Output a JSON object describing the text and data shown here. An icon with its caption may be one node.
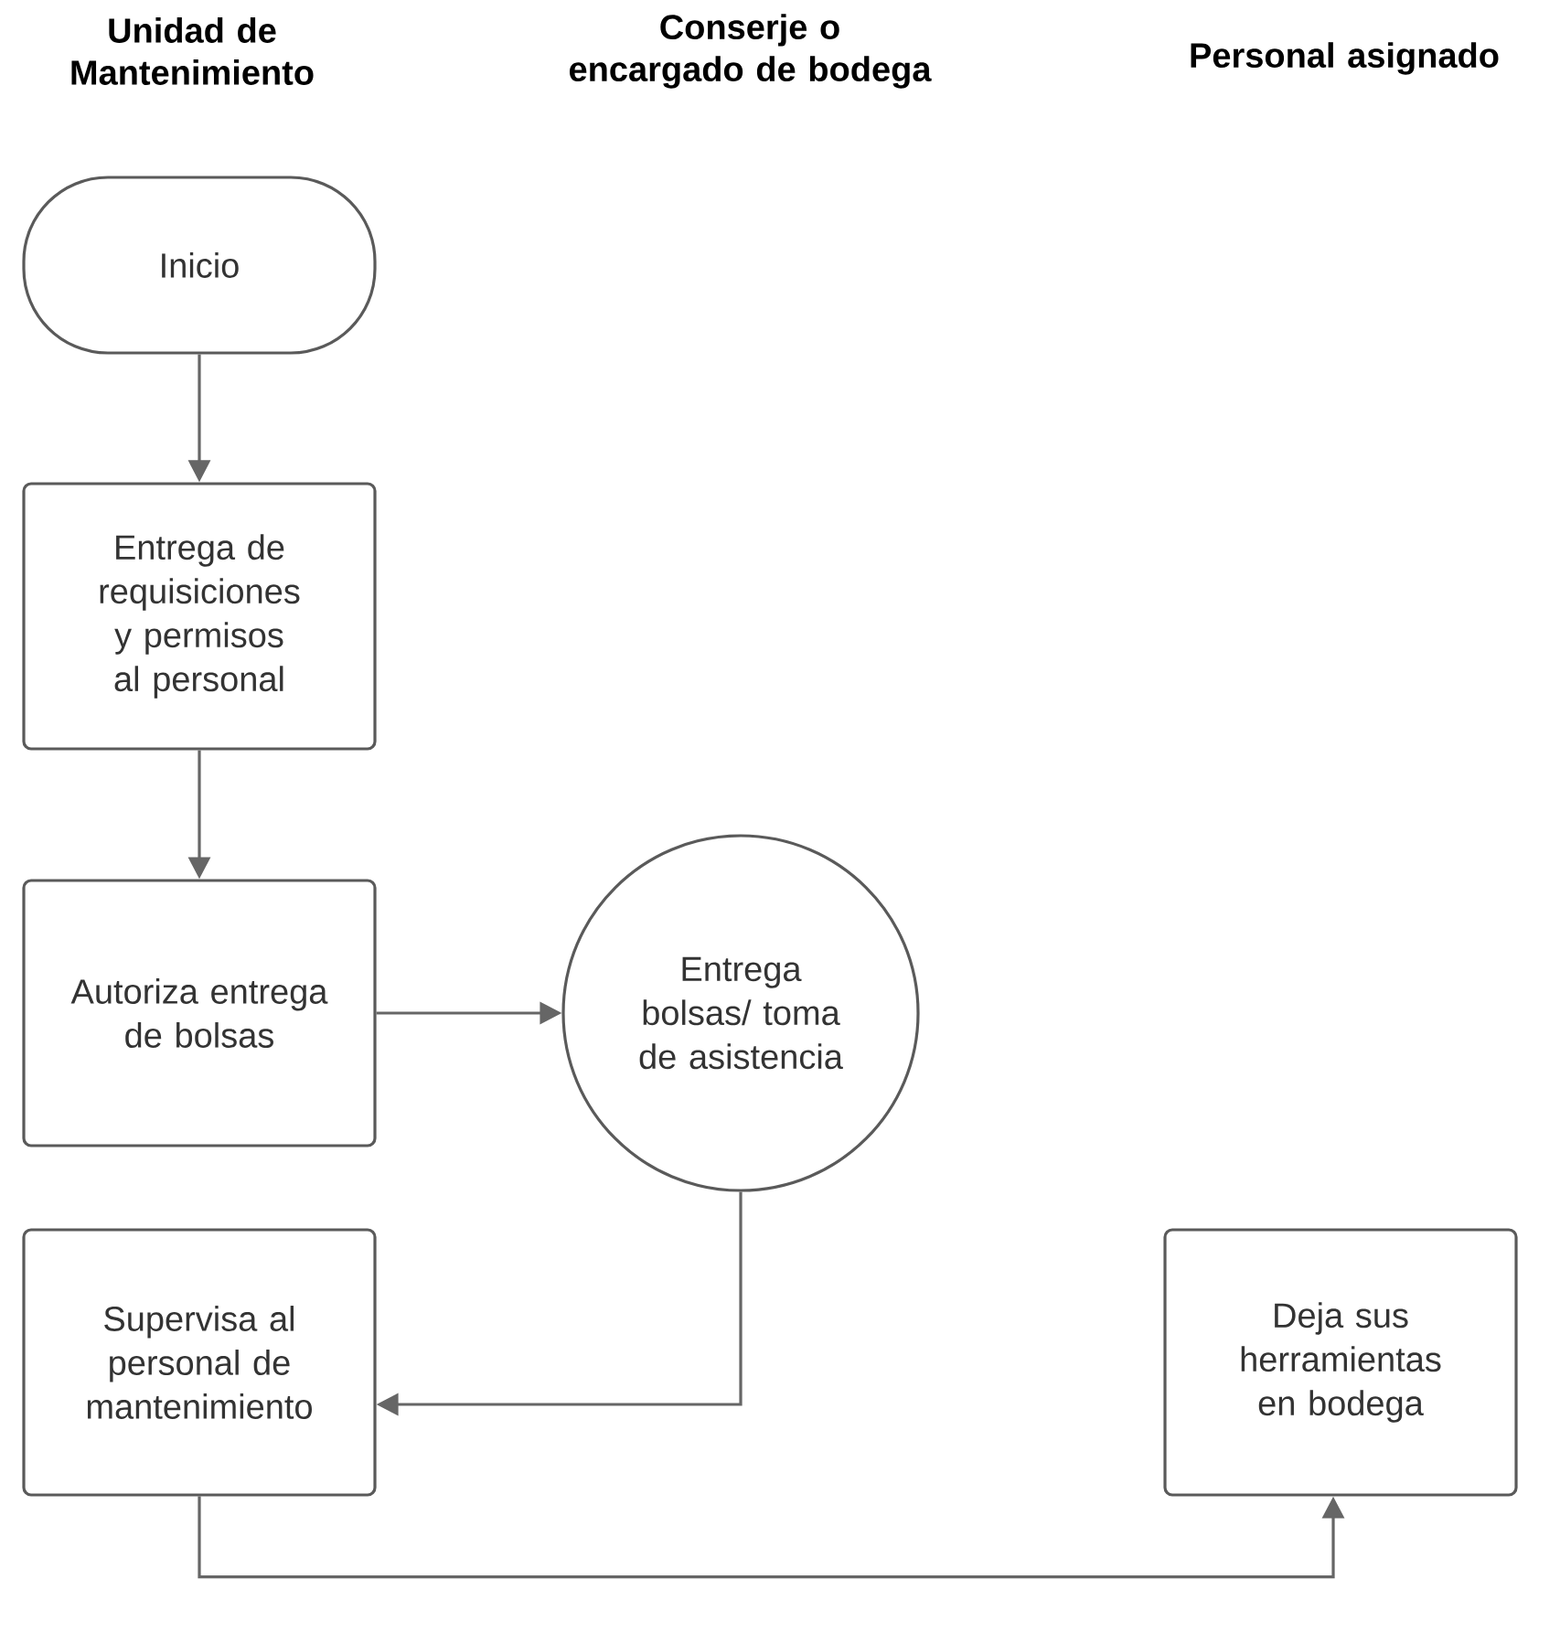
{
  "diagram": {
    "nodes": [
      {
        "text": [
          "Inicio"
        ]
      },
      {
        "text": [
          "Entrega de requisiciones y permisos al personal"
        ]
      },
      {
        "text": [
          "Autoriza entrega de bolsas"
        ]
      },
      {
        "text": [
          "Entrega bolsas/ toma de asistencia"
        ]
      },
      {
        "text": [
          "Supervisa al personal de mantenimiento"
        ]
      },
      {
        "text": [
          "Deja sus herramientas en bodega"
        ]
      }
    ],
    "edges": [
      {
        "from": 0,
        "to": 1,
        "arrow": "to"
      },
      {
        "from": 1,
        "to": 2,
        "arrow": "to"
      },
      {
        "from": 2,
        "to": 3,
        "arrow": "to"
      },
      {
        "from": 3,
        "to": 4,
        "arrow": "to"
      },
      {
        "from": 4,
        "to": 5,
        "arrow": "to"
      }
    ],
    "labels": [
      "Unidad de Mantenimiento",
      "Conserje o encargado de bodega",
      "Personal asignado"
    ]
  }
}
